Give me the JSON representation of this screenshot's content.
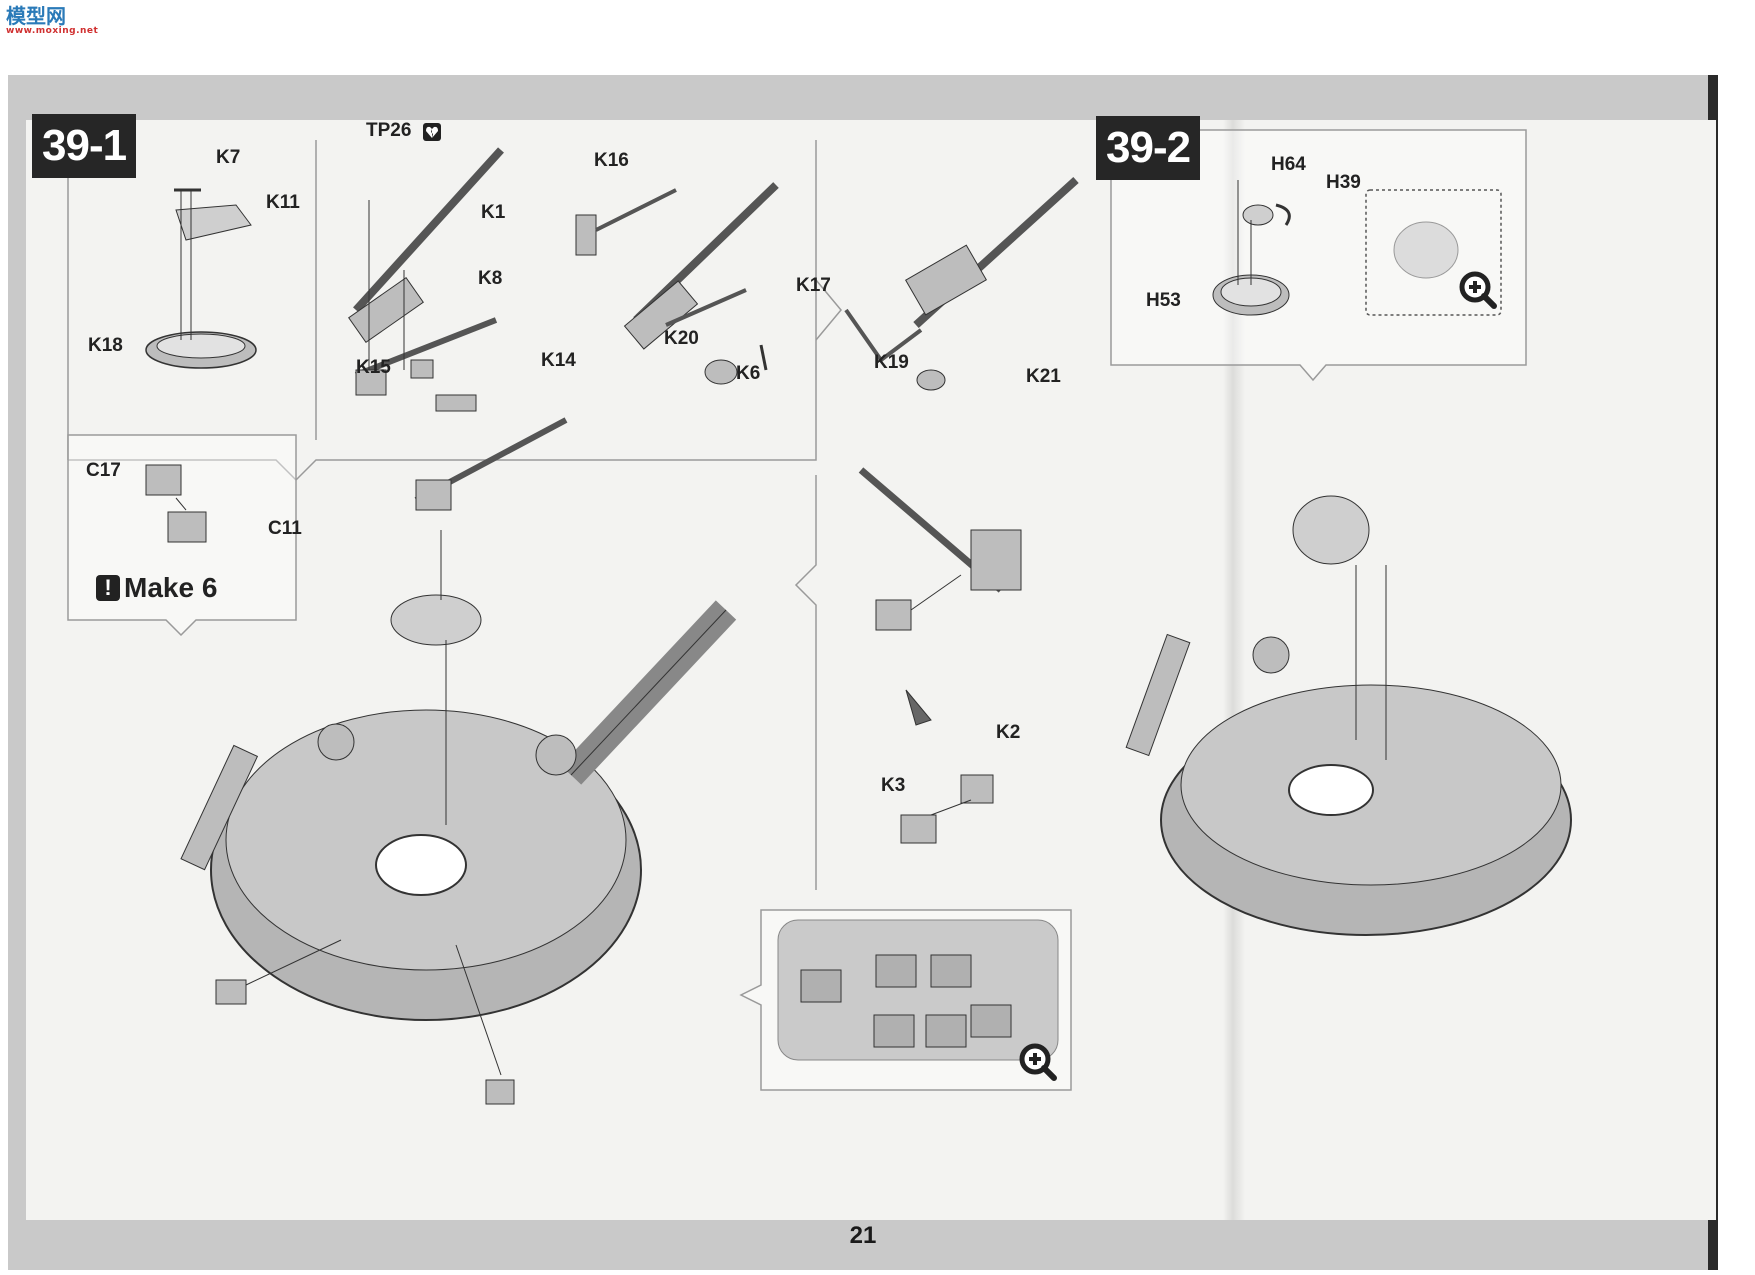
{
  "watermark": {
    "main": "模型网",
    "sub": "www.moxing.net"
  },
  "page_number": "21",
  "steps": [
    {
      "id": "step-39-1",
      "label": "39-1"
    },
    {
      "id": "step-39-2",
      "label": "39-2"
    }
  ],
  "make_note": "Make 6",
  "make_icon": "exclamation-icon",
  "parts": {
    "k7": "K7",
    "k11": "K11",
    "k18": "K18",
    "tp26": "TP26",
    "k1": "K1",
    "k8": "K8",
    "k15": "K15",
    "k14": "K14",
    "k16": "K16",
    "k17": "K17",
    "k20": "K20",
    "k6": "K6",
    "k19": "K19",
    "k21": "K21",
    "c17": "C17",
    "c11": "C11",
    "k2": "K2",
    "k3": "K3",
    "h64": "H64",
    "h39": "H39",
    "h53": "H53"
  },
  "icons": {
    "zoom": "zoom-in-icon",
    "glue": "broken-heart-icon"
  },
  "colors": {
    "badge": "#262626",
    "frame": "#c9c9c9",
    "paper": "#f3f3f1",
    "part": "#bdbdbd",
    "line": "#333333"
  }
}
